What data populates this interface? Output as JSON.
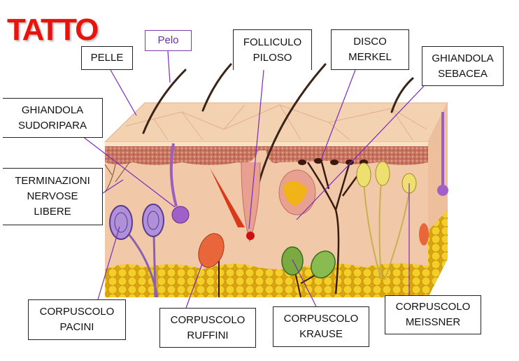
{
  "title": "TATTO",
  "labels": {
    "pelo": [
      "Pelo"
    ],
    "pelle": [
      "PELLE"
    ],
    "follicolo": [
      "FOLLICULO",
      "PILOSO"
    ],
    "merkel": [
      "DISCO",
      "MERKEL"
    ],
    "sebacea": [
      "GHIANDOLA",
      "SEBACEA"
    ],
    "sudoripara": [
      "GHIANDOLA",
      "SUDORIPARA"
    ],
    "terminazioni": [
      "TERMINAZIONI",
      "NERVOSE",
      "LIBERE"
    ],
    "pacini": [
      "CORPUSCOLO",
      "PACINI"
    ],
    "ruffini": [
      "CORPUSCOLO",
      "RUFFINI"
    ],
    "krause": [
      "CORPUSCOLO",
      "KRAUSE"
    ],
    "meissner": [
      "CORPUSCOLO",
      "MEISSNER"
    ]
  },
  "colors": {
    "title": "#e8130c",
    "pointer": "#7a2bbf",
    "skin": "#f2c9a8",
    "epidermis": "#c8735e",
    "fat": "#f0c21a"
  }
}
